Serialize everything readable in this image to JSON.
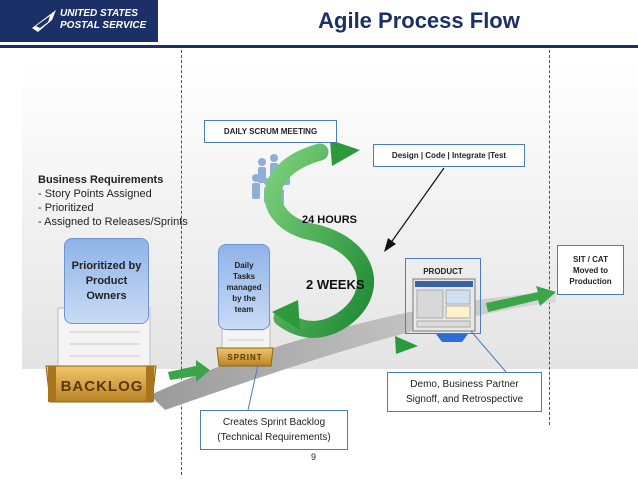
{
  "header": {
    "org_line1": "UNITED STATES",
    "org_line2": "POSTAL SERVICE",
    "title": "Agile Process Flow"
  },
  "business_requirements": {
    "heading": "Business Requirements",
    "items": [
      "- Story Points Assigned",
      "- Prioritized",
      "- Assigned to Releases/Sprints"
    ]
  },
  "prioritized_box": {
    "lines": [
      "Prioritized by",
      "Product",
      "Owners"
    ]
  },
  "backlog_label": "BACKLOG",
  "daily_tasks_box": {
    "lines": [
      "Daily",
      "Tasks",
      "managed",
      "by the",
      "team"
    ]
  },
  "sprint_label": "SPRINT",
  "daily_scrum_label": "DAILY SCRUM MEETING",
  "design_label": "Design | Code | Integrate |Test",
  "hours_label": "24 HOURS",
  "weeks_label": "2 WEEKS",
  "product_label": "PRODUCT",
  "sit_box": {
    "lines": [
      "SIT / CAT",
      "Moved to",
      "Production"
    ]
  },
  "demo_box": {
    "lines": [
      "Demo, Business Partner",
      "Signoff, and Retrospective"
    ]
  },
  "sprint_backlog_box": {
    "lines": [
      "Creates Sprint Backlog",
      "(Technical Requirements)"
    ]
  },
  "page_number": "9",
  "colors": {
    "navy": "#1a3066",
    "green": "#2e9a3c",
    "accent_blue": "#4a7ebb"
  }
}
